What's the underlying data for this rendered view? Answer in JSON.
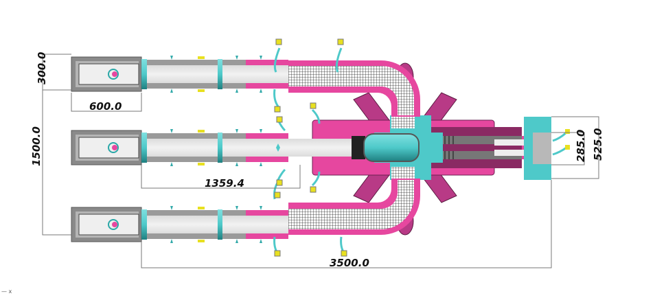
{
  "drawing": {
    "dimensions": {
      "entry_height": "300.0",
      "entry_width": "600.0",
      "lane_spacing": "1500.0",
      "lane_length": "1359.4",
      "overall_length": "3500.0",
      "exit_inner_width": "285.0",
      "exit_outer_width": "525.0"
    },
    "lanes": [
      "top",
      "middle",
      "bottom"
    ],
    "corner_mark": "— x",
    "colors": {
      "pink": "#e6479f",
      "dark_pink": "#8a2a63",
      "teal": "#4ec9c9",
      "gray": "#9a9a9a",
      "light": "#e8e8e8",
      "yellow": "#e8e020"
    }
  }
}
